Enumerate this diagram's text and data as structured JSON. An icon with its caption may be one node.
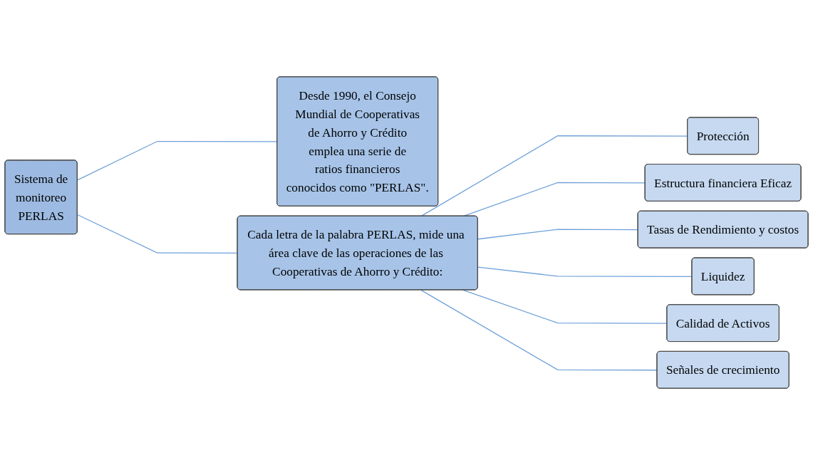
{
  "diagram": {
    "nodes": [
      {
        "text": [
          "Sistema de monitoreo PERLAS"
        ]
      },
      {
        "text": [
          "Desde 1990, el Consejo Mundial de Cooperativas de Ahorro y Crédito emplea una serie de ratios financieros conocidos como \"PERLAS\"."
        ]
      },
      {
        "text": [
          "Cada letra de la palabra PERLAS, mide una área clave de las operaciones de las Cooperativas de Ahorro y Crédito:"
        ]
      },
      {
        "text": [
          "Protección"
        ]
      },
      {
        "text": [
          "Estructura financiera Eficaz"
        ]
      },
      {
        "text": [
          "Tasas de Rendimiento y costos"
        ]
      },
      {
        "text": [
          "Liquidez"
        ]
      },
      {
        "text": [
          "Calidad de Activos"
        ]
      },
      {
        "text": [
          "Señales de crecimiento"
        ]
      }
    ],
    "edges": [
      {
        "from": 0,
        "to": 1,
        "arrow": "none"
      },
      {
        "from": 0,
        "to": 2,
        "arrow": "none"
      },
      {
        "from": 2,
        "to": 3,
        "arrow": "none"
      },
      {
        "from": 2,
        "to": 4,
        "arrow": "none"
      },
      {
        "from": 2,
        "to": 5,
        "arrow": "none"
      },
      {
        "from": 2,
        "to": 6,
        "arrow": "none"
      },
      {
        "from": 2,
        "to": 7,
        "arrow": "none"
      },
      {
        "from": 2,
        "to": 8,
        "arrow": "none"
      }
    ]
  }
}
